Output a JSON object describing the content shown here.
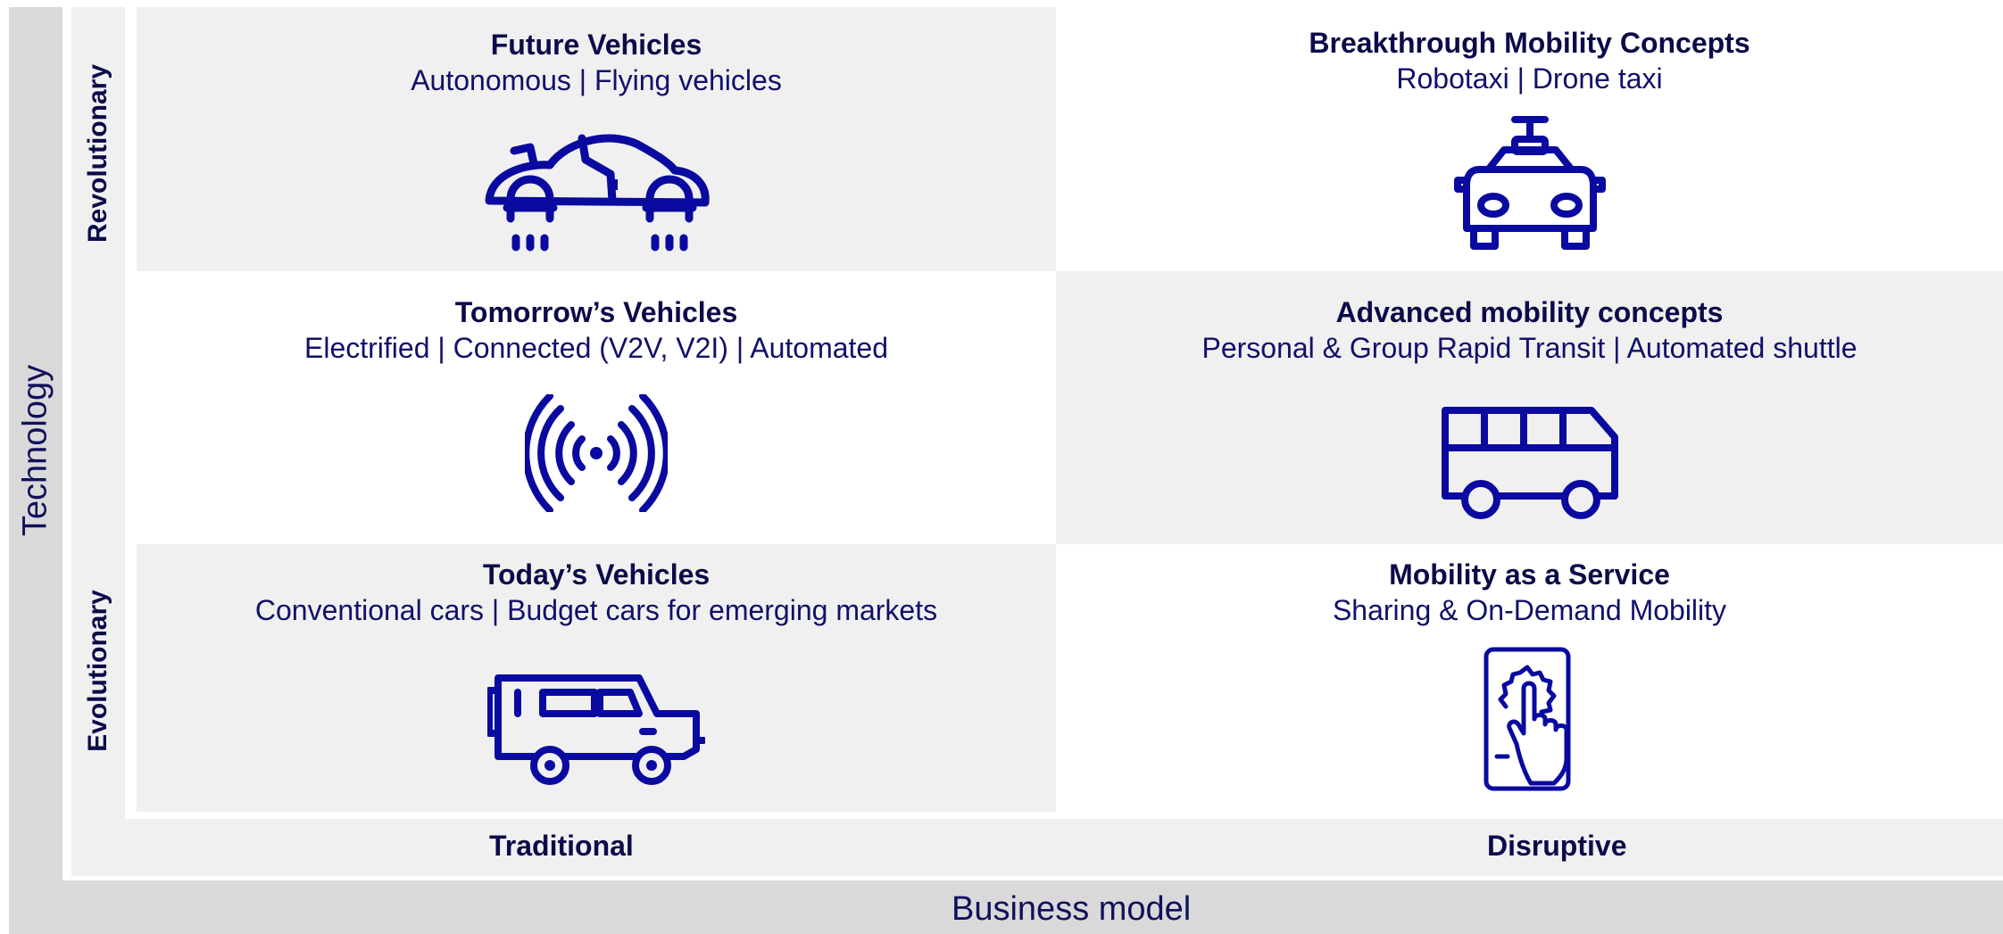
{
  "axes": {
    "y_title": "Technology",
    "x_title": "Business model",
    "row_labels": {
      "top": "Revolutionary",
      "bottom": "Evolutionary"
    },
    "col_labels": {
      "left": "Traditional",
      "right": "Disruptive"
    }
  },
  "cells": {
    "future_vehicles": {
      "title": "Future Vehicles",
      "subtitle": "Autonomous | Flying vehicles",
      "icon": "flying-car-icon"
    },
    "breakthrough_mobility": {
      "title": "Breakthrough Mobility Concepts",
      "subtitle": "Robotaxi | Drone taxi",
      "icon": "robotaxi-icon"
    },
    "tomorrows_vehicles": {
      "title": "Tomorrow’s Vehicles",
      "subtitle": "Electrified | Connected (V2V, V2I) | Automated",
      "icon": "wireless-signal-icon"
    },
    "advanced_mobility": {
      "title": "Advanced mobility concepts",
      "subtitle": "Personal & Group Rapid Transit | Automated shuttle",
      "icon": "shuttle-bus-icon"
    },
    "todays_vehicles": {
      "title": "Today’s Vehicles",
      "subtitle": "Conventional cars | Budget cars for emerging markets",
      "icon": "suv-car-icon"
    },
    "maas": {
      "title": "Mobility as a Service",
      "subtitle": "Sharing & On-Demand Mobility",
      "icon": "phone-tap-icon"
    }
  },
  "colors": {
    "icon": "#0a0aa0",
    "text": "#0b0b4a",
    "grey_cell": "#f0f0f0",
    "band": "#d9d9d9"
  }
}
